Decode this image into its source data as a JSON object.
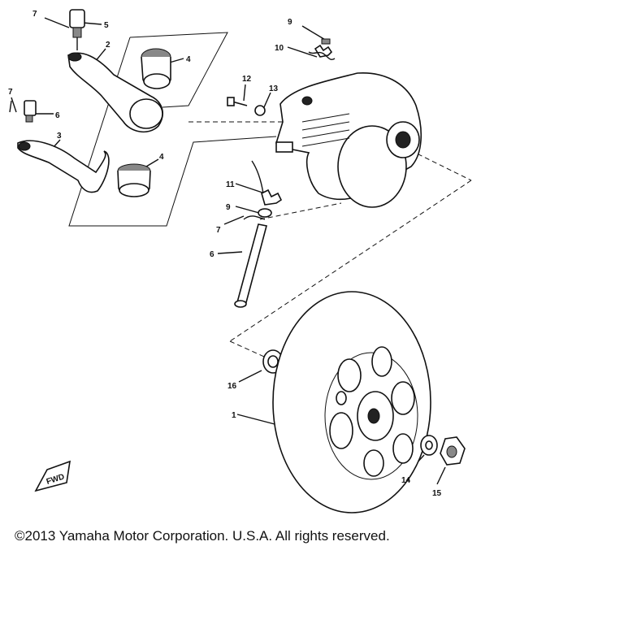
{
  "copyright": "©2013 Yamaha Motor Corporation. U.S.A. All rights reserved.",
  "front_marker": "FWD",
  "callouts": [
    {
      "id": "c7a",
      "label": "7"
    },
    {
      "id": "c5",
      "label": "5"
    },
    {
      "id": "c2",
      "label": "2"
    },
    {
      "id": "c4a",
      "label": "4"
    },
    {
      "id": "c7b",
      "label": "7"
    },
    {
      "id": "c6a",
      "label": "6"
    },
    {
      "id": "c3",
      "label": "3"
    },
    {
      "id": "c4b",
      "label": "4"
    },
    {
      "id": "c9a",
      "label": "9"
    },
    {
      "id": "c10",
      "label": "10"
    },
    {
      "id": "c12",
      "label": "12"
    },
    {
      "id": "c13",
      "label": "13"
    },
    {
      "id": "c11",
      "label": "11"
    },
    {
      "id": "c9b",
      "label": "9"
    },
    {
      "id": "c7c",
      "label": "7"
    },
    {
      "id": "c6b",
      "label": "6"
    },
    {
      "id": "c16",
      "label": "16"
    },
    {
      "id": "c1",
      "label": "1"
    },
    {
      "id": "c14",
      "label": "14"
    },
    {
      "id": "c15",
      "label": "15"
    }
  ]
}
